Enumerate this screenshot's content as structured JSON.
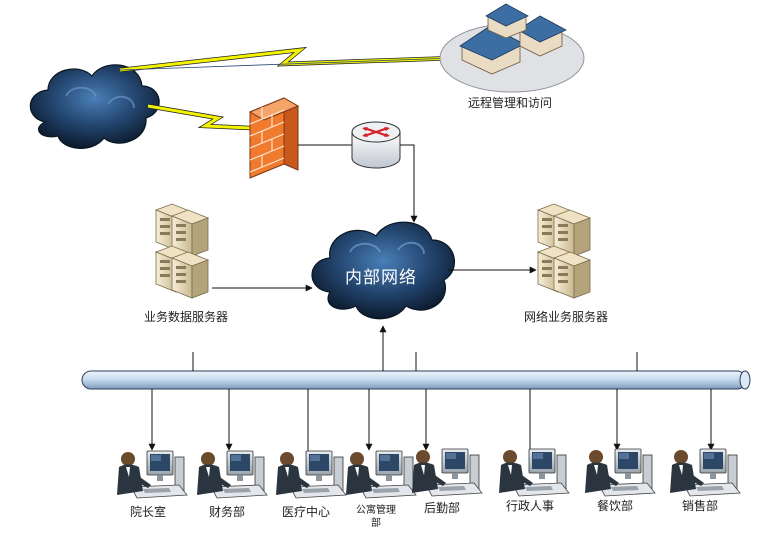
{
  "labels": {
    "remote": "远程管理和访问",
    "internal_network": "内部网络",
    "business_data_server": "业务数据服务器",
    "network_business_server": "网络业务服务器"
  },
  "departments": [
    {
      "label": "院长室"
    },
    {
      "label": "财务部"
    },
    {
      "label": "医疗中心"
    },
    {
      "label": "公寓管理部"
    },
    {
      "label": "后勤部"
    },
    {
      "label": "行政人事"
    },
    {
      "label": "餐饮部"
    },
    {
      "label": "销售部"
    }
  ],
  "icons": {
    "internet": "internet-cloud-icon",
    "firewall": "firewall-icon",
    "router": "router-icon",
    "remote_site": "remote-buildings-icon",
    "server": "server-rack-icon",
    "workstation": "workstation-user-icon",
    "bus": "network-backbone-icon"
  },
  "colors": {
    "cloud_dark": "#12263f",
    "cloud_light": "#3f6fa6",
    "bus": "#c9dcf0",
    "bus_stroke": "#2b3d55",
    "firewall": "#f07a2e",
    "lightning": "#f3f200"
  }
}
